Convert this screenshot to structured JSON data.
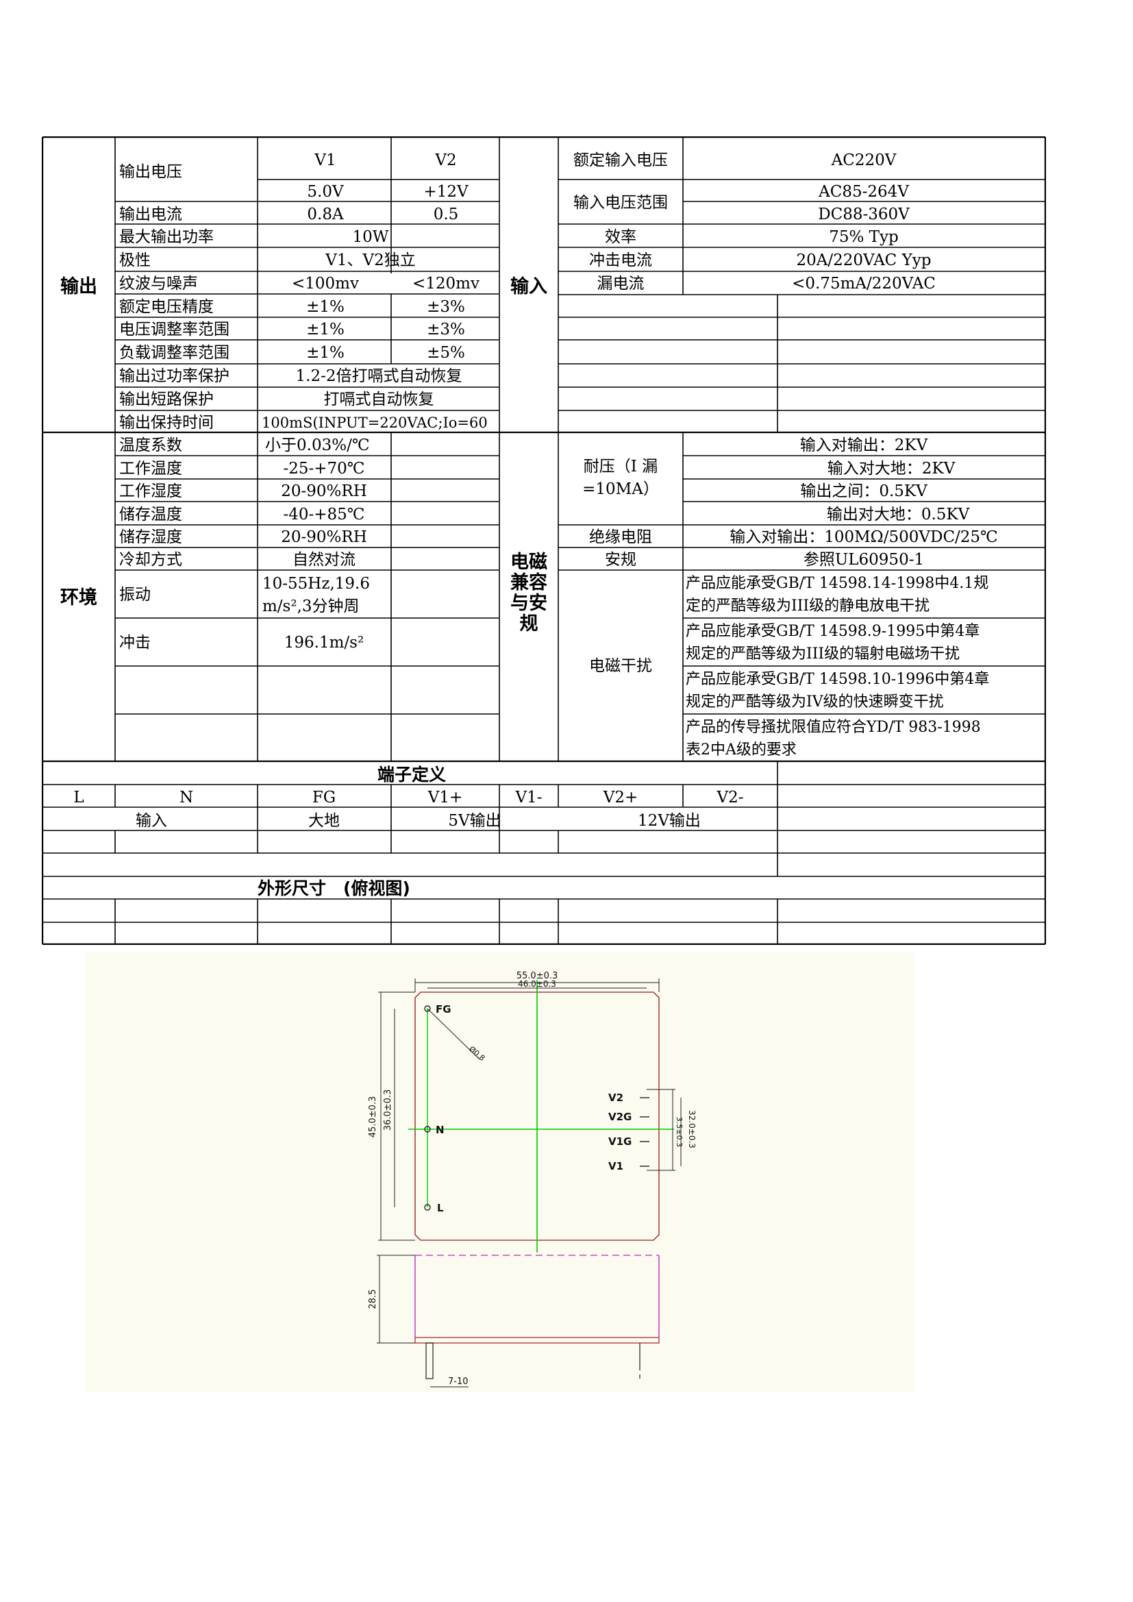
{
  "output": {
    "section_label": "输出",
    "rows": {
      "voltage_label": "输出电压",
      "v1_header": "V1",
      "v2_header": "V2",
      "v1_voltage": "5.0V",
      "v2_voltage": "+12V",
      "current_label": "输出电流",
      "v1_current": "0.8A",
      "v2_current": "0.5",
      "max_power_label": "最大输出功率",
      "max_power": "10W",
      "polarity_label": "极性",
      "polarity": "V1、V2独立",
      "ripple_label": "纹波与噪声",
      "v1_ripple": "<100mv",
      "v2_ripple": "<120mv",
      "accuracy_label": "额定电压精度",
      "v1_accuracy": "±1%",
      "v2_accuracy": "±3%",
      "line_reg_label": "电压调整率范围",
      "v1_line_reg": "±1%",
      "v2_line_reg": "±3%",
      "load_reg_label": "负载调整率范围",
      "v1_load_reg": "±1%",
      "v2_load_reg": "±5%",
      "opp_label": "输出过功率保护",
      "opp": "1.2-2倍打嗝式自动恢复",
      "scp_label": "输出短路保护",
      "scp": "打嗝式自动恢复",
      "hold_label": "输出保持时间",
      "hold": "100mS(INPUT=220VAC;Io=60"
    }
  },
  "input": {
    "section_label": "输入",
    "rated_label": "额定输入电压",
    "rated": "AC220V",
    "range_label": "输入电压范围",
    "range_ac": "AC85-264V",
    "range_dc": "DC88-360V",
    "eff_label": "效率",
    "eff": "75% Typ",
    "inrush_label": "冲击电流",
    "inrush": "20A/220VAC Yyp",
    "leak_label": "漏电流",
    "leak": "<0.75mA/220VAC"
  },
  "environment": {
    "section_label": "环境",
    "temp_coef_label": "温度系数",
    "temp_coef": "小于0.03%/℃",
    "op_temp_label": "工作温度",
    "op_temp": "-25-+70℃",
    "op_hum_label": "工作湿度",
    "op_hum": "20-90%RH",
    "st_temp_label": "储存温度",
    "st_temp": "-40-+85℃",
    "st_hum_label": "储存湿度",
    "st_hum": "20-90%RH",
    "cool_label": "冷却方式",
    "cool": "自然对流",
    "vib_label": "振动",
    "vib_line1": "10-55Hz,19.6",
    "vib_line2": "m/s²,3分钟周",
    "shock_label": "冲击",
    "shock": "196.1m/s²"
  },
  "emc": {
    "section_line1": "电磁",
    "section_line2": "兼容",
    "section_line3": "与安",
    "section_line4": "规",
    "withstand_line1": "耐压（I 漏",
    "withstand_line2": "=10MA）",
    "withstand_1": "输入对输出：2KV",
    "withstand_2": "输入对大地：2KV",
    "withstand_3": "输出之间：0.5KV",
    "withstand_4": "输出对大地：0.5KV",
    "insul_label": "绝缘电阻",
    "insul": "输入对输出：100MΩ/500VDC/25℃",
    "safety_label": "安规",
    "safety": "参照UL60950-1",
    "emi_label": "电磁干扰",
    "emi_1a": "产品应能承受GB/T 14598.14-1998中4.1规",
    "emi_1b": "定的严酷等级为III级的静电放电干扰",
    "emi_2a": "产品应能承受GB/T 14598.9-1995中第4章",
    "emi_2b": "规定的严酷等级为III级的辐射电磁场干扰",
    "emi_3a": "产品应能承受GB/T 14598.10-1996中第4章",
    "emi_3b": "规定的严酷等级为IV级的快速瞬变干扰",
    "emi_4a": "产品的传导搔扰限值应符合YD/T 983-1998",
    "emi_4b": "表2中A级的要求"
  },
  "terminals": {
    "title": "端子定义",
    "pins": [
      "L",
      "N",
      "FG",
      "V1+",
      "V1-",
      "V2+",
      "V2-"
    ],
    "desc_input": "输入",
    "desc_ground": "大地",
    "desc_5v": "5V输出",
    "desc_12v": "12V输出"
  },
  "dimensions": {
    "title": "外形尺寸　(俯视图)"
  },
  "drawing": {
    "dim_top_1": "55.0±0.3",
    "dim_top_2": "46.0±0.3",
    "dim_left_1": "45.0±0.3",
    "dim_left_2": "36.0±0.3",
    "dim_right": "32.0±0.3",
    "dim_right_2": "3.5±0.3",
    "dim_fg": "Ø0.8",
    "dim_height": "28.5",
    "dim_pin": "7-10",
    "pin_fg": "FG",
    "pin_n": "N",
    "pin_l": "L",
    "pin_v2": "V2",
    "pin_v2g": "V2G",
    "pin_v1g": "V1G",
    "pin_v1": "V1",
    "colors": {
      "outline": "#b04040",
      "center": "#00cc00",
      "side": "#cc44cc",
      "dim": "#222222"
    }
  }
}
